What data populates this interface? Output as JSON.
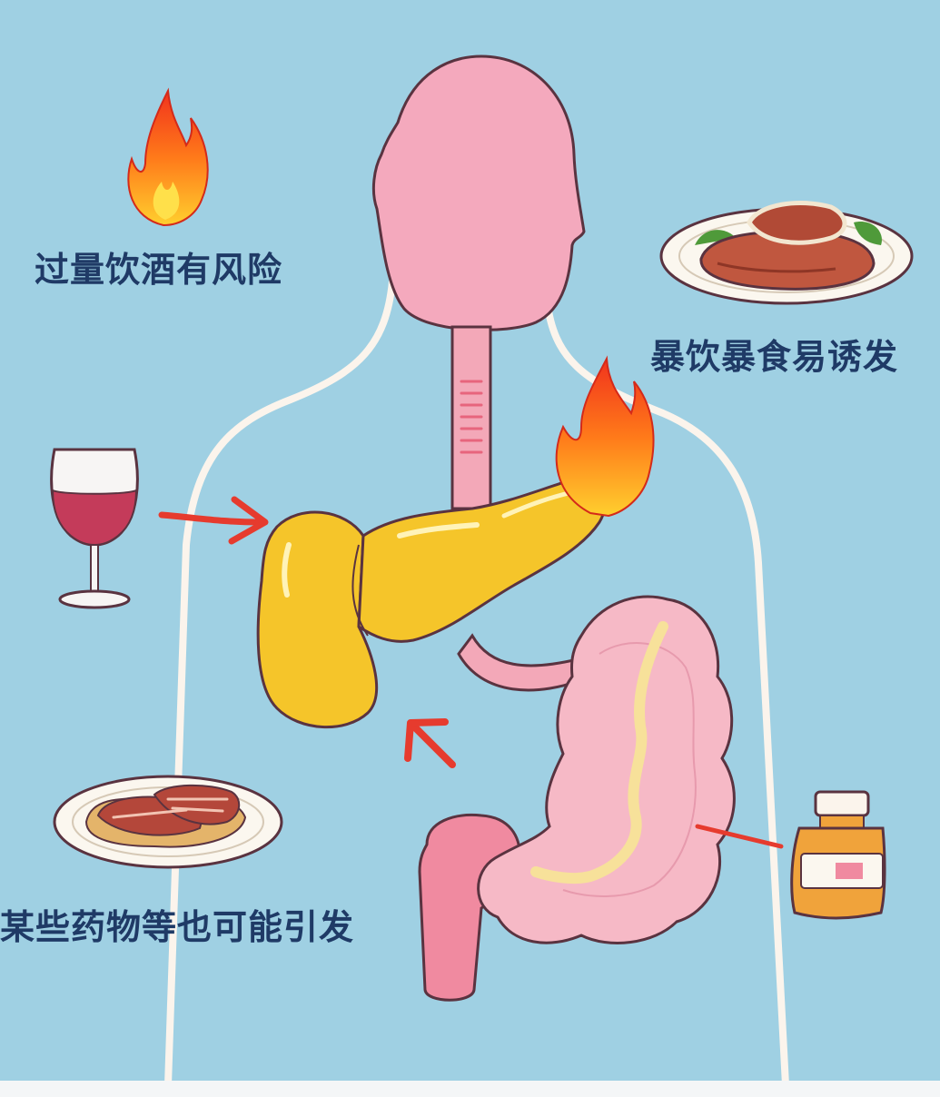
{
  "labels": {
    "alcohol_risk": "过量饮酒有风险",
    "overeating_trigger": "暴饮暴食易诱发",
    "medication_trigger": "某些药物等也可能引发"
  },
  "icons": {
    "fire_top_left": "fire-icon",
    "fire_pancreas": "fire-icon",
    "wine": "wine-glass-icon",
    "meat_plate_top": "meat-plate-icon",
    "meat_plate_bottom": "meat-plate-icon",
    "medicine": "medicine-bottle-icon"
  },
  "colors": {
    "background": "#9fd0e3",
    "body_outline": "#fbf4ec",
    "head": "#f4a9bd",
    "pancreas": "#f5c52a",
    "intestine": "#f6b9c6",
    "arrow": "#e63b2e",
    "text": "#1f3a66"
  }
}
